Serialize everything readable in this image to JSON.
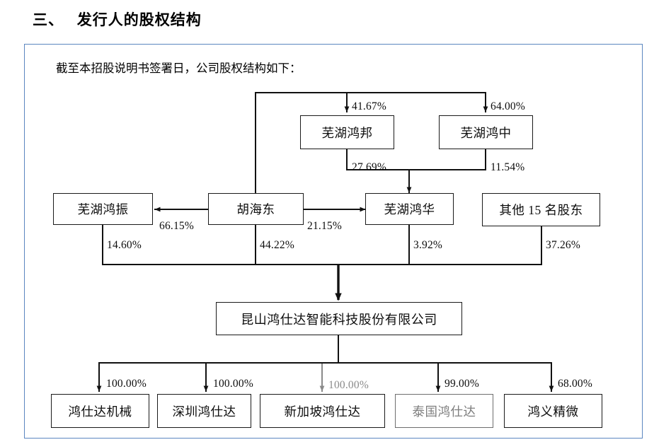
{
  "page": {
    "title": "三、   发行人的股权结构",
    "intro": "截至本招股说明书签署日，公司股权结构如下：",
    "frame_border_color": "#5b86c0",
    "box_border_color": "#1a1a1a",
    "muted_color": "#7d7d7d"
  },
  "nodes": {
    "wuhu_hongbang": "芜湖鸿邦",
    "wuhu_hongzhong": "芜湖鸿中",
    "wuhu_hongzhen": "芜湖鸿振",
    "hu_haidong": "胡海东",
    "wuhu_honghua": "芜湖鸿华",
    "other_shareholders": "其他 15 名股东",
    "issuer": "昆山鸿仕达智能科技股份有限公司",
    "hongshida_machinery": "鸿仕达机械",
    "shenzhen_hongshida": "深圳鸿仕达",
    "singapore_hongshida": "新加坡鸿仕达",
    "thailand_hongshida": "泰国鸿仕达",
    "hongyi_jingwei": "鸿义精微"
  },
  "edges": {
    "hu_to_hongbang": "41.67%",
    "hu_to_hongzhong": "64.00%",
    "hongbang_to_honghua": "27.69%",
    "hongzhong_to_honghua": "11.54%",
    "hu_to_hongzhen": "66.15%",
    "hu_to_honghua": "21.15%",
    "hongzhen_to_issuer": "14.60%",
    "hu_to_issuer": "44.22%",
    "honghua_to_issuer": "3.92%",
    "others_to_issuer": "37.26%",
    "issuer_to_machinery": "100.00%",
    "issuer_to_shenzhen": "100.00%",
    "issuer_to_singapore": "100.00%",
    "issuer_to_thailand": "99.00%",
    "issuer_to_hongyi": "68.00%"
  }
}
